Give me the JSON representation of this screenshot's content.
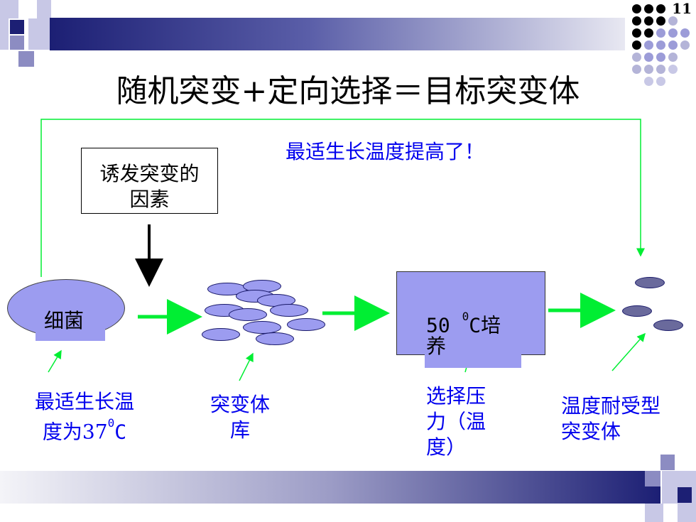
{
  "page_number": "11",
  "title": "随机突变+定向选择＝目标突变体",
  "annotation": "最适生长温度提高了！",
  "factor_box": {
    "line1": "诱发突变的",
    "line2": "因素"
  },
  "bacteria_label": "细菌",
  "culture_box": {
    "line1_a": "50 ",
    "superscript": "0",
    "line1_b": "C培",
    "line2": "养"
  },
  "captions": {
    "optimal_temp": {
      "line1": "最适生长温",
      "line2_a": "度为37",
      "superscript": "0",
      "line2_b": "C"
    },
    "mutant_library": {
      "line1": "突变体",
      "line2": "库"
    },
    "selection_pressure": {
      "line1": "选择压",
      "line2": "力（温",
      "line3": "度）"
    },
    "heat_tolerant": {
      "line1": "温度耐受型",
      "line2": "突变体"
    }
  },
  "colors": {
    "accent_green": "#00ee33",
    "caption_blue": "#0000ee",
    "bar_dark": "#1c1f74",
    "ellipse_fill": "#9c9cf0"
  }
}
